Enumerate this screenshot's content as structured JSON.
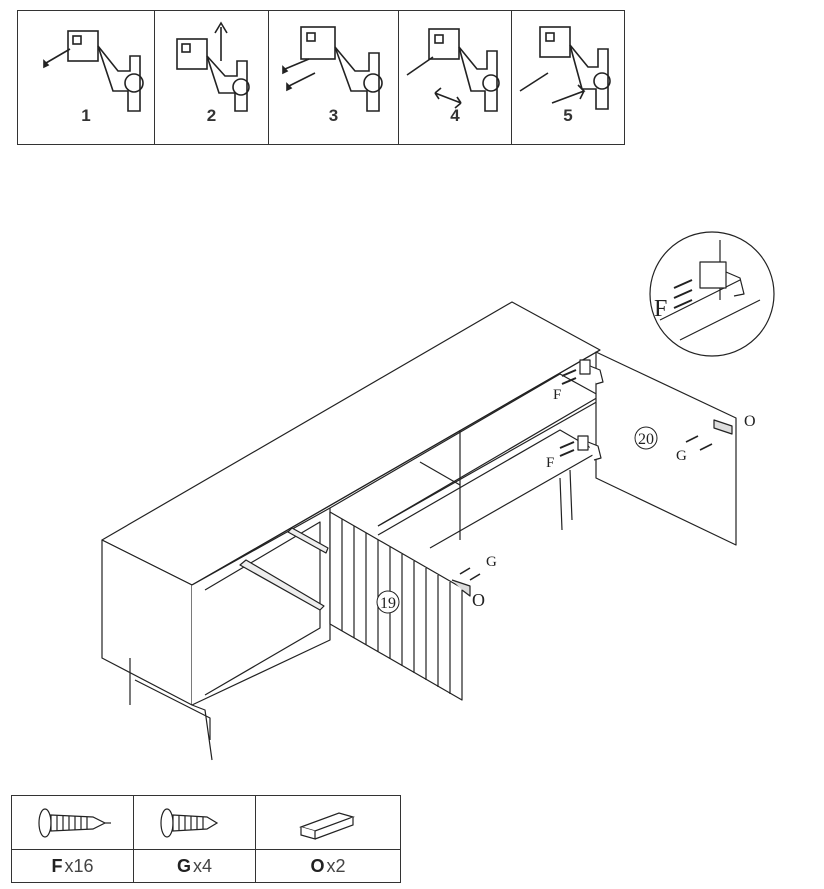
{
  "steps": [
    {
      "number": "1"
    },
    {
      "number": "2"
    },
    {
      "number": "3"
    },
    {
      "number": "4"
    },
    {
      "number": "5"
    }
  ],
  "diagram": {
    "labels": {
      "door_left": "19",
      "door_right": "20",
      "screw_f": "F",
      "screw_g": "G",
      "handle_o": "O"
    }
  },
  "parts": [
    {
      "code": "F",
      "qty": "x16",
      "icon": "screw-long-icon"
    },
    {
      "code": "G",
      "qty": "x4",
      "icon": "screw-short-icon"
    },
    {
      "code": "O",
      "qty": "x2",
      "icon": "handle-profile-icon"
    }
  ]
}
